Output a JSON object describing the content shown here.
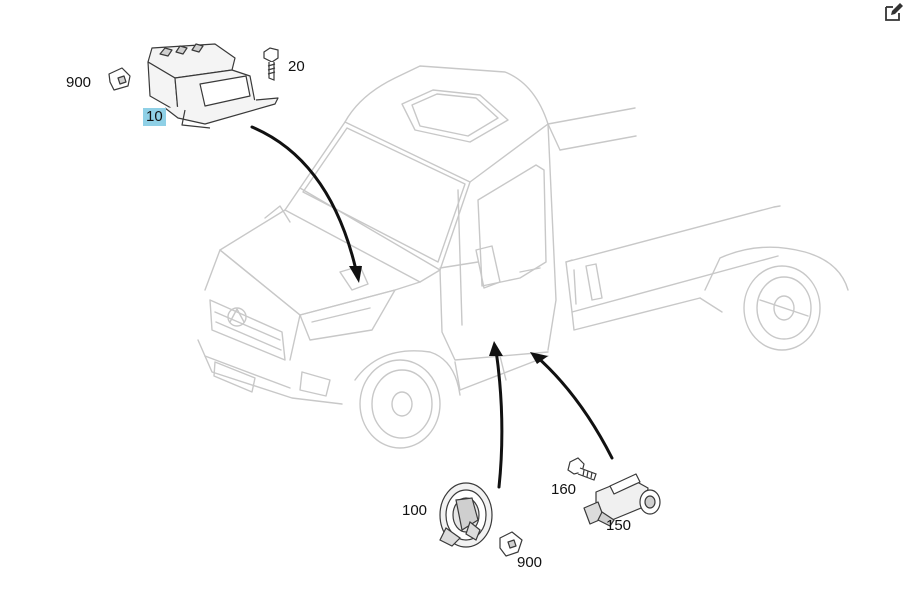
{
  "labels": {
    "p900_top": "900",
    "p20": "20",
    "p10": "10",
    "p100": "100",
    "p900_bottom": "900",
    "p160": "160",
    "p150": "150"
  },
  "colors": {
    "line": "#c8c8c8",
    "part": "#3a3a3a",
    "arrow": "#111111",
    "highlight": "#8fd0e6"
  },
  "toolbar": {
    "icon": "edit-icon"
  }
}
